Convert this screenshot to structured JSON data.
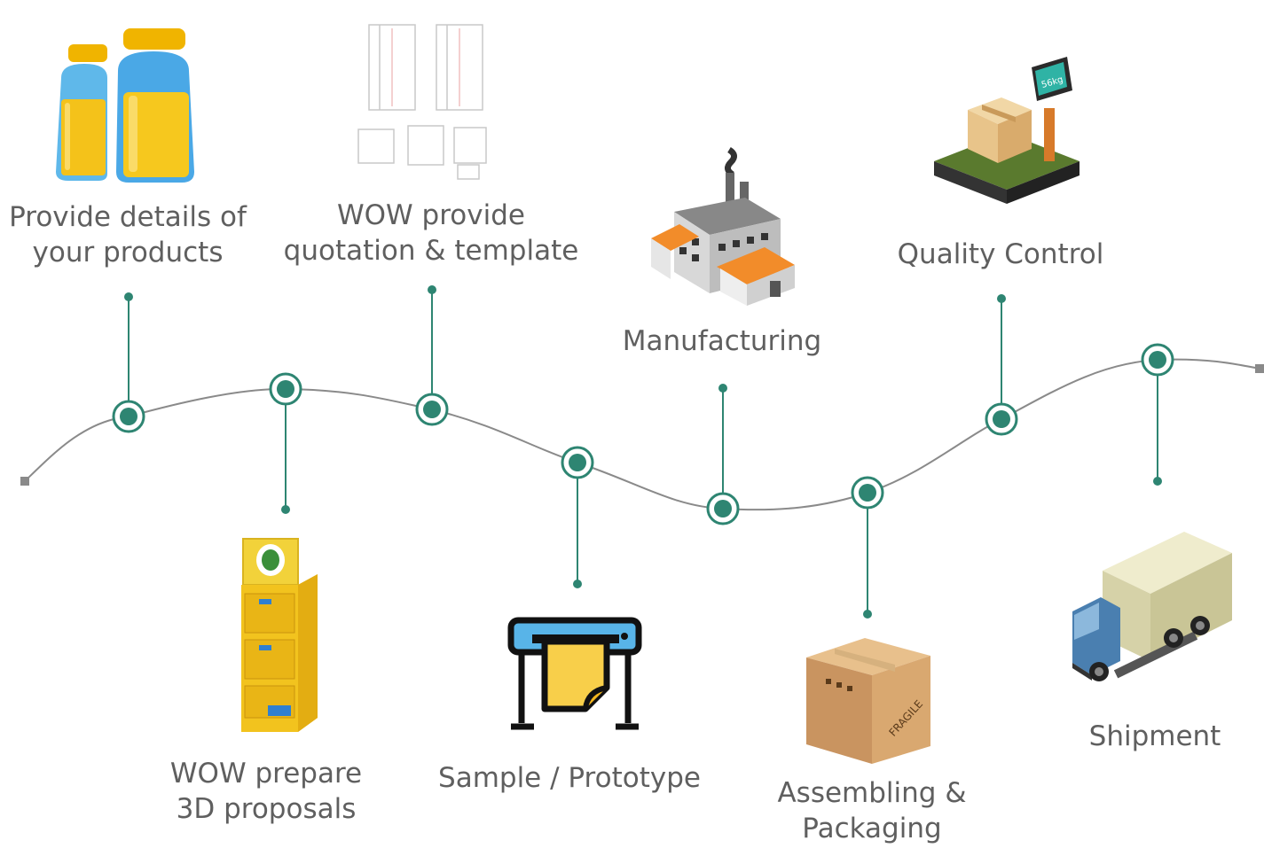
{
  "colors": {
    "accent": "#2e8572",
    "curve": "#8a8a8a",
    "text": "#5f5f5f"
  },
  "steps": [
    {
      "id": "details",
      "lines": [
        "Provide details of",
        "your products"
      ],
      "icon": "bottles-icon"
    },
    {
      "id": "proposals",
      "lines": [
        "WOW prepare",
        "3D proposals"
      ],
      "icon": "display-stand-icon"
    },
    {
      "id": "quotation",
      "lines": [
        "WOW provide",
        "quotation & template"
      ],
      "icon": "dieline-template-icon"
    },
    {
      "id": "sample",
      "lines": [
        "Sample / Prototype"
      ],
      "icon": "plotter-printer-icon"
    },
    {
      "id": "manufacturing",
      "lines": [
        "Manufacturing"
      ],
      "icon": "factory-icon"
    },
    {
      "id": "assembling",
      "lines": [
        "Assembling &",
        "Packaging"
      ],
      "icon": "cardboard-box-icon"
    },
    {
      "id": "qc",
      "lines": [
        "Quality Control"
      ],
      "icon": "weighing-scale-icon"
    },
    {
      "id": "shipment",
      "lines": [
        "Shipment"
      ],
      "icon": "truck-icon"
    }
  ],
  "box_text": "FRAGILE",
  "scale_text": "56kg"
}
